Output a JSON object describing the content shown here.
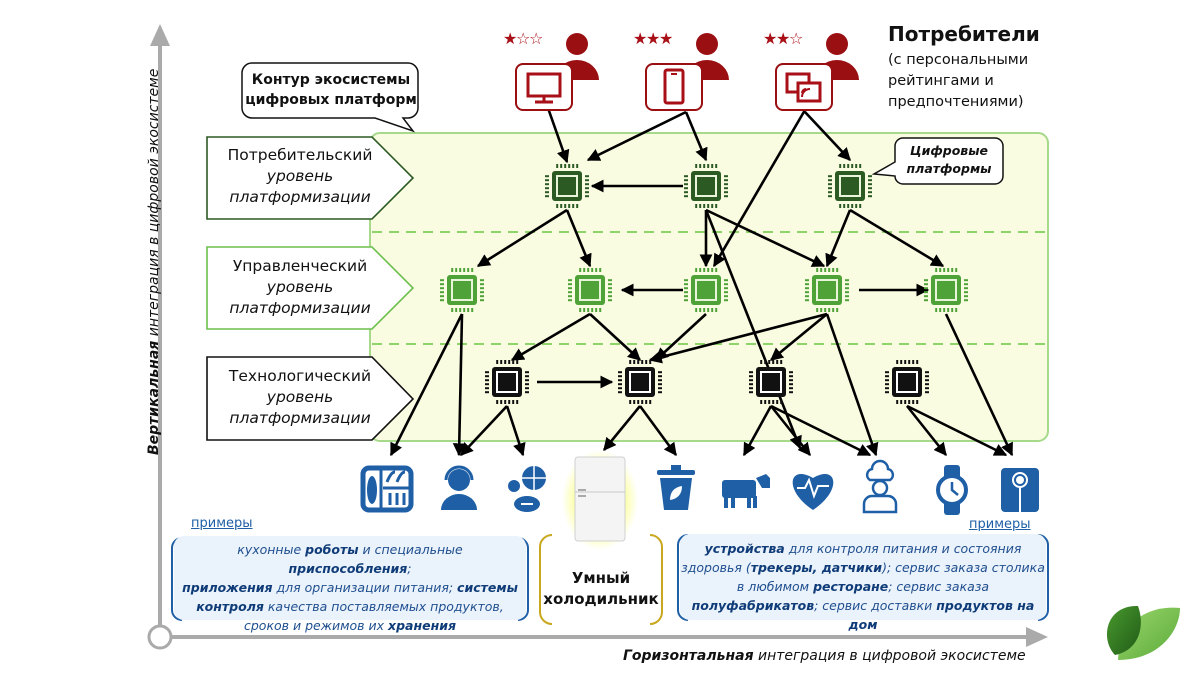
{
  "diagram": {
    "consumers": {
      "title": "Потребители",
      "subtitle_lines": [
        "(с персональными",
        "рейтингами и",
        "предпочтениями)"
      ],
      "users": [
        {
          "device": "monitor-icon",
          "rating": 1,
          "rating_max": 3
        },
        {
          "device": "smartphone-icon",
          "rating": 3,
          "rating_max": 3
        },
        {
          "device": "cast-screen-icon",
          "rating": 2,
          "rating_max": 3
        }
      ],
      "color": "#a80f17"
    },
    "callouts": {
      "ecosystem_contour": [
        "Контур экосистемы",
        "цифровых платформ"
      ],
      "digital_platforms": [
        "Цифровые",
        "платформы"
      ]
    },
    "levels": [
      {
        "name": "Потребительский",
        "sub1": "уровень",
        "sub2": "платформизации",
        "border": "#3d7a2a"
      },
      {
        "name": "Управленческий",
        "sub1": "уровень",
        "sub2": "платформизации",
        "border": "#6cbf4c"
      },
      {
        "name": "Технологический",
        "sub1": "уровень",
        "sub2": "платформизации",
        "border": "#111111"
      }
    ],
    "platform_colors": {
      "consumer": "#2c5a23",
      "management": "#4fa238",
      "technology": "#111111",
      "zone_fill": "#fafce2",
      "zone_border": "#a6d98a"
    },
    "end_devices": [
      {
        "icon": "fish-tray-icon"
      },
      {
        "icon": "operator-headset-icon"
      },
      {
        "icon": "sports-balls-icon"
      },
      {
        "icon": "smart-fridge-image"
      },
      {
        "icon": "eco-bin-icon"
      },
      {
        "icon": "cow-icon"
      },
      {
        "icon": "heart-pulse-icon"
      },
      {
        "icon": "chef-icon"
      },
      {
        "icon": "watch-icon"
      },
      {
        "icon": "scale-icon"
      }
    ],
    "device_color": "#1f5fa6",
    "examples_left": {
      "tag": "примеры",
      "html_lines": [
        "кухонные <b>роботы</b> и специальные <b>приспособления</b>;",
        "<b>приложения</b> для организации питания; <b>системы</b>",
        "<b>контроля</b> качества поставляемых продуктов,",
        "сроков и режимов их <b>хранения</b>"
      ]
    },
    "examples_right": {
      "tag": "примеры",
      "html_lines": [
        "<b>устройства</b> для контроля питания и состояния",
        "здоровья (<b>трекеры, датчики</b>); сервис заказа столика",
        "в любимом <b>ресторане</b>; сервис заказа",
        "<b>полуфабрикатов</b>; сервис доставки <b>продуктов на дом</b>"
      ]
    },
    "smart_fridge": [
      "Умный",
      "холодильник"
    ],
    "axes": {
      "vertical_bold": "Вертикальная",
      "vertical_rest": " интеграция в цифровой экосистеме",
      "horizontal_bold": "Горизонтальная",
      "horizontal_rest": " интеграция в цифровой экосистеме"
    }
  }
}
